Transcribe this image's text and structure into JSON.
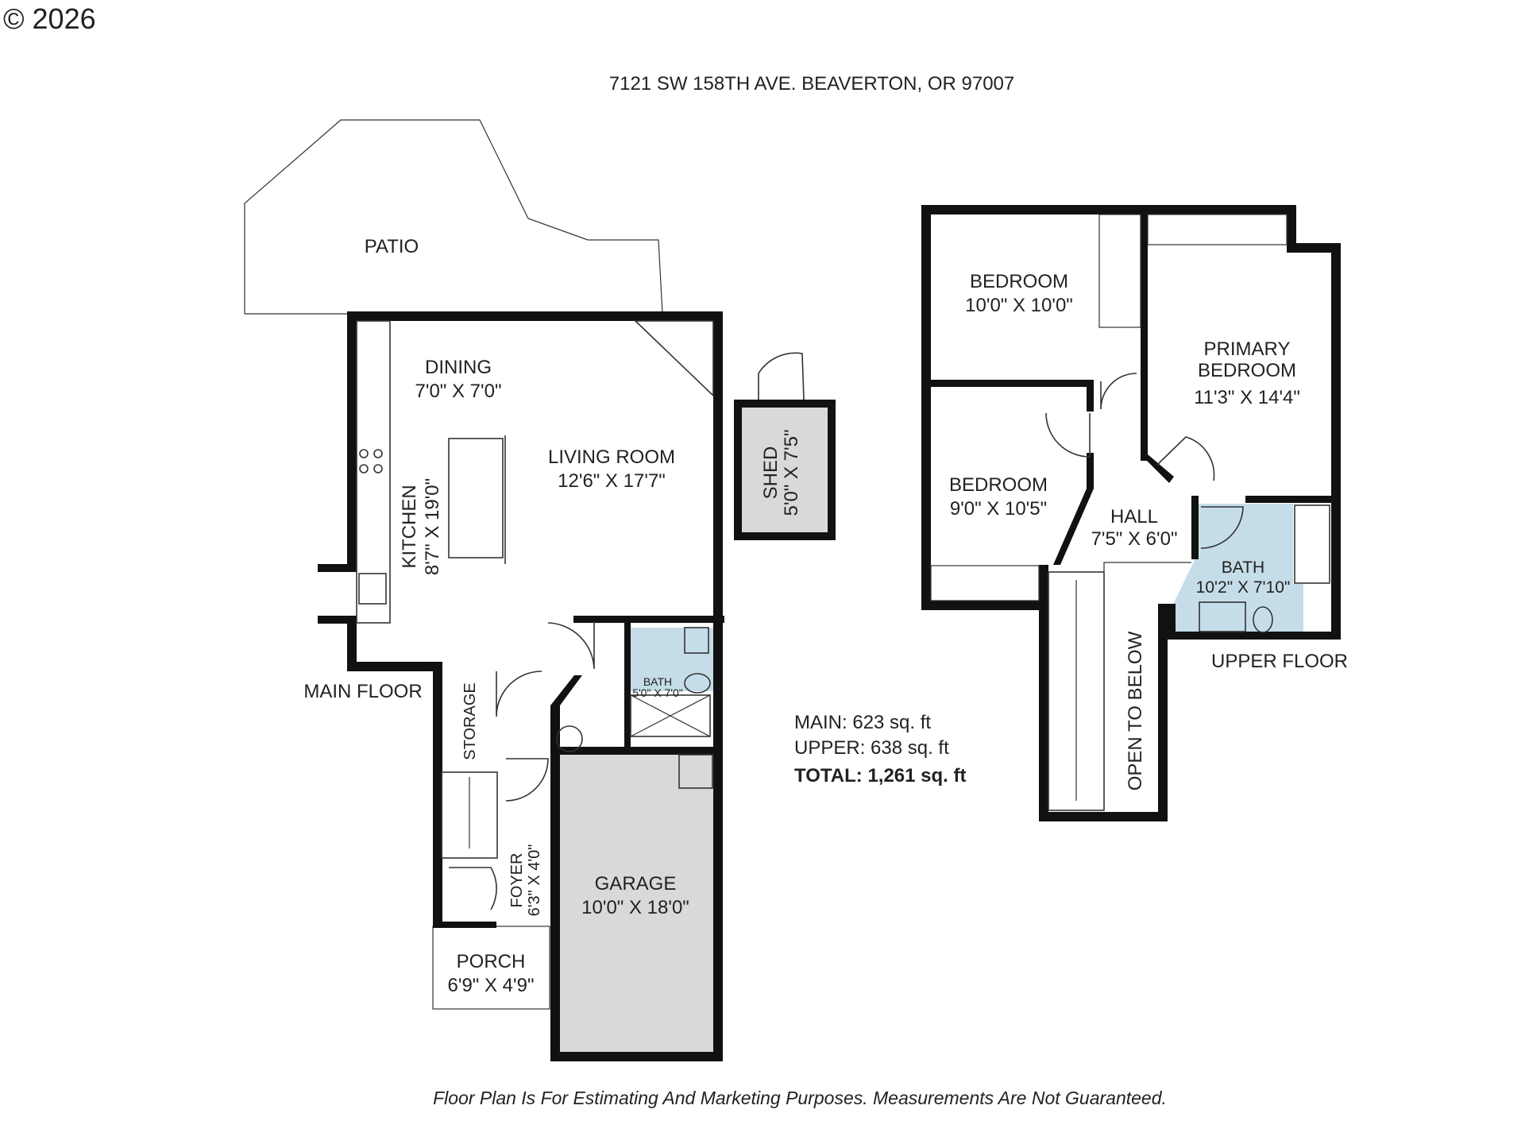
{
  "copyright": "© 2026",
  "address": "7121 SW 158TH AVE. BEAVERTON, OR 97007",
  "floors": {
    "main": "MAIN FLOOR",
    "upper": "UPPER FLOOR"
  },
  "rooms": {
    "patio": "PATIO",
    "dining": "DINING",
    "dining_dim": "7'0\" X 7'0\"",
    "living": "LIVING ROOM",
    "living_dim": "12'6\" X 17'7\"",
    "kitchen": "KITCHEN",
    "kitchen_dim": "8'7\" X 19'0\"",
    "shed": "SHED",
    "shed_dim": "5'0\" X 7'5\"",
    "main_bath": "BATH",
    "main_bath_dim": "5'0\" X 7'0\"",
    "storage": "STORAGE",
    "foyer": "FOYER",
    "foyer_dim": "6'3\" X 4'0\"",
    "porch": "PORCH",
    "porch_dim": "6'9\" X 4'9\"",
    "garage": "GARAGE",
    "garage_dim": "10'0\" X 18'0\"",
    "bedroom1": "BEDROOM",
    "bedroom1_dim": "10'0\" X 10'0\"",
    "primary_l1": "PRIMARY",
    "primary_l2": "BEDROOM",
    "primary_dim": "11'3\" X 14'4\"",
    "bedroom2": "BEDROOM",
    "bedroom2_dim": "9'0\" X 10'5\"",
    "hall": "HALL",
    "hall_dim": "7'5\" X 6'0\"",
    "upper_bath": "BATH",
    "upper_bath_dim": "10'2\" X 7'10\"",
    "open_below": "OPEN TO BELOW"
  },
  "area": {
    "main_label": "MAIN:",
    "main_value": "623 sq. ft",
    "upper_label": "UPPER:",
    "upper_value": "638 sq. ft",
    "total_label": "TOTAL:",
    "total_value": "1,261 sq. ft"
  },
  "disclaimer": "Floor Plan Is For Estimating And Marketing Purposes. Measurements Are Not Guaranteed.",
  "colors": {
    "wall": "#111111",
    "bath_fill": "#c5dde8",
    "garage_fill": "#d9d9d9",
    "background": "#ffffff"
  }
}
